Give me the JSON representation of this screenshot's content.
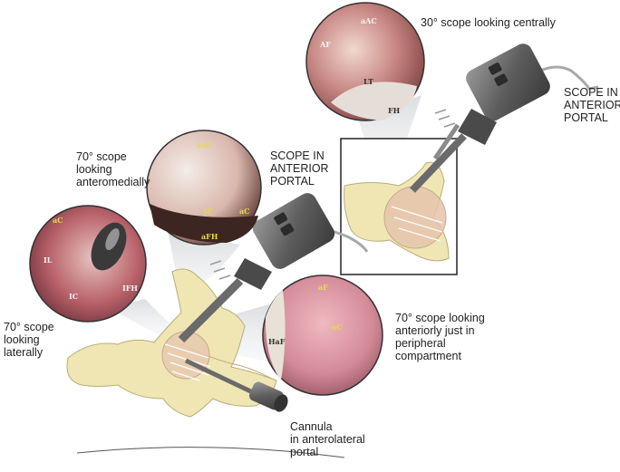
{
  "captions": {
    "scope30": "30° scope looking centrally",
    "scope_anterior_top": "SCOPE IN\nANTERIOR\nPORTAL",
    "scope70_anteromedial": "70° scope\nlooking\nanteromedially",
    "scope_anterior_mid": "SCOPE IN\nANTERIOR\nPORTAL",
    "scope70_laterally": "70° scope\nlooking\nlaterally",
    "scope70_peripheral": "70° scope looking\nanteriorly just in\nperipheral\ncompartment",
    "cannula": "Cannula\nin anterolateral\nportal"
  },
  "view_labels": {
    "top": [
      "aAC",
      "AF",
      "LT",
      "FH"
    ],
    "anteromedial": [
      "aAC",
      "aF",
      "aC",
      "aFH"
    ],
    "lateral": [
      "aC",
      "IL",
      "IC",
      "IFH"
    ],
    "peripheral": [
      "aF",
      "aC",
      "HaF"
    ]
  },
  "colors": {
    "bone": "#efe6b4",
    "bone_outline": "#b8ad78",
    "scope_body": "#6e6e6e",
    "view_border": "#333333"
  }
}
